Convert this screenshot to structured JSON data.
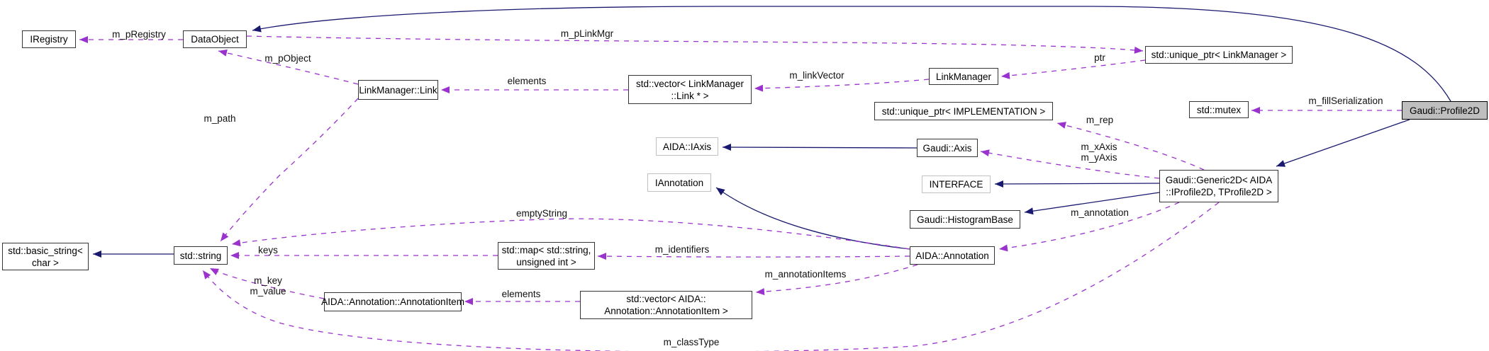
{
  "diagram": {
    "kind": "collaboration-graph",
    "focus_node": "Gaudi::Profile2D"
  },
  "colors": {
    "inheritance_edge": "#191970",
    "usage_edge": "#9a32cd",
    "node_fill": "#ffffff",
    "focus_node_fill": "#bfbfbf",
    "node_border": "#353535",
    "external_node_border": "#c2c2c2"
  },
  "nodes": {
    "iregistry": {
      "label": "IRegistry"
    },
    "dataobject": {
      "label": "DataObject"
    },
    "linkmanager_link": {
      "label": "LinkManager::Link"
    },
    "vector_links": {
      "label": "std::vector< LinkManager\n::Link * >"
    },
    "linkmanager": {
      "label": "LinkManager"
    },
    "unique_ptr_linkmanager": {
      "label": "std::unique_ptr< LinkManager >"
    },
    "unique_ptr_implementation": {
      "label": "std::unique_ptr< IMPLEMENTATION >"
    },
    "mutex": {
      "label": "std::mutex"
    },
    "profile2d": {
      "label": "Gaudi::Profile2D"
    },
    "iaxis": {
      "label": "AIDA::IAxis"
    },
    "axis": {
      "label": "Gaudi::Axis"
    },
    "iannotation": {
      "label": "IAnnotation"
    },
    "interface": {
      "label": "INTERFACE"
    },
    "generic2d": {
      "label": "Gaudi::Generic2D< AIDA\n::IProfile2D, TProfile2D >"
    },
    "histogrambase": {
      "label": "Gaudi::HistogramBase"
    },
    "annotation": {
      "label": "AIDA::Annotation"
    },
    "basic_string": {
      "label": "std::basic_string<\nchar >"
    },
    "string": {
      "label": "std::string"
    },
    "map_string_uint": {
      "label": "std::map< std::string,\nunsigned int >"
    },
    "annotation_item": {
      "label": "AIDA::Annotation::AnnotationItem"
    },
    "vector_annotation_items": {
      "label": "std::vector< AIDA::\nAnnotation::AnnotationItem >"
    }
  },
  "edge_labels": {
    "m_pRegistry": "m_pRegistry",
    "m_pLinkMgr": "m_pLinkMgr",
    "m_pObject": "m_pObject",
    "elements_links": "elements",
    "m_linkVector": "m_linkVector",
    "ptr": "ptr",
    "m_fillSerialization": "m_fillSerialization",
    "m_rep": "m_rep",
    "m_axes": "m_xAxis\nm_yAxis",
    "m_path": "m_path",
    "emptyString": "emptyString",
    "keys": "keys",
    "m_identifiers": "m_identifiers",
    "m_annotation": "m_annotation",
    "m_annotationItems": "m_annotationItems",
    "elements_items": "elements",
    "m_key_value": "m_key\nm_value",
    "m_classType": "m_classType"
  }
}
